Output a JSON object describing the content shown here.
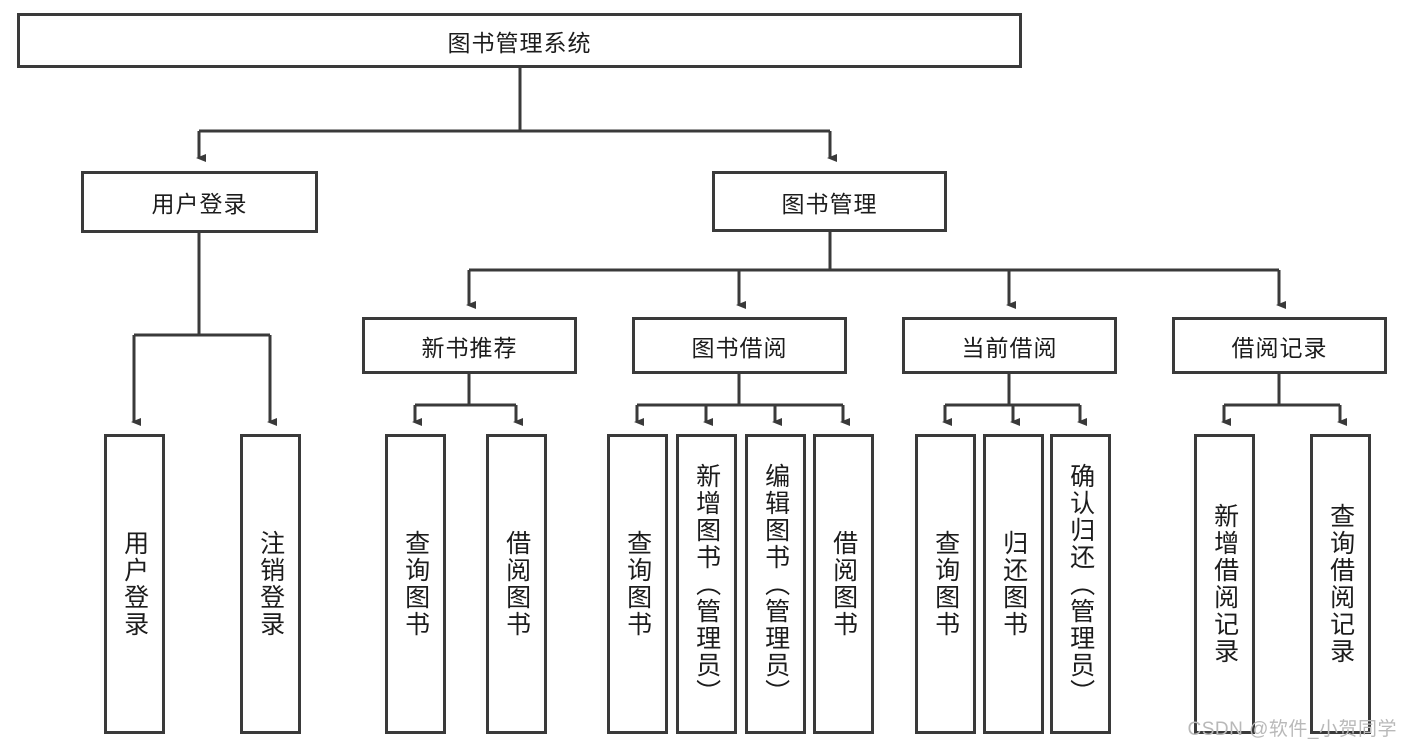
{
  "diagram": {
    "type": "tree",
    "title": "图书管理系统",
    "root": {
      "label": "图书管理系统"
    },
    "level2": [
      {
        "label": "用户登录"
      },
      {
        "label": "图书管理"
      }
    ],
    "level3": [
      {
        "label": "新书推荐"
      },
      {
        "label": "图书借阅"
      },
      {
        "label": "当前借阅"
      },
      {
        "label": "借阅记录"
      }
    ],
    "leaves": {
      "user_login": [
        {
          "label": "用户登录"
        },
        {
          "label": "注销登录"
        }
      ],
      "new_book_recommend": [
        {
          "label": "查询图书"
        },
        {
          "label": "借阅图书"
        }
      ],
      "book_borrow": [
        {
          "label": "查询图书"
        },
        {
          "label": "新增图书（管理员）"
        },
        {
          "label": "编辑图书（管理员）"
        },
        {
          "label": "借阅图书"
        }
      ],
      "current_borrow": [
        {
          "label": "查询图书"
        },
        {
          "label": "归还图书"
        },
        {
          "label": "确认归还（管理员）"
        }
      ],
      "borrow_record": [
        {
          "label": "新增借阅记录"
        },
        {
          "label": "查询借阅记录"
        }
      ]
    }
  },
  "watermark": {
    "text": "CSDN @软件_小贺同学"
  },
  "colors": {
    "stroke": "#3a3a3a",
    "background": "#ffffff",
    "text": "#1c1c1c",
    "watermark": "#b9b9b9"
  }
}
